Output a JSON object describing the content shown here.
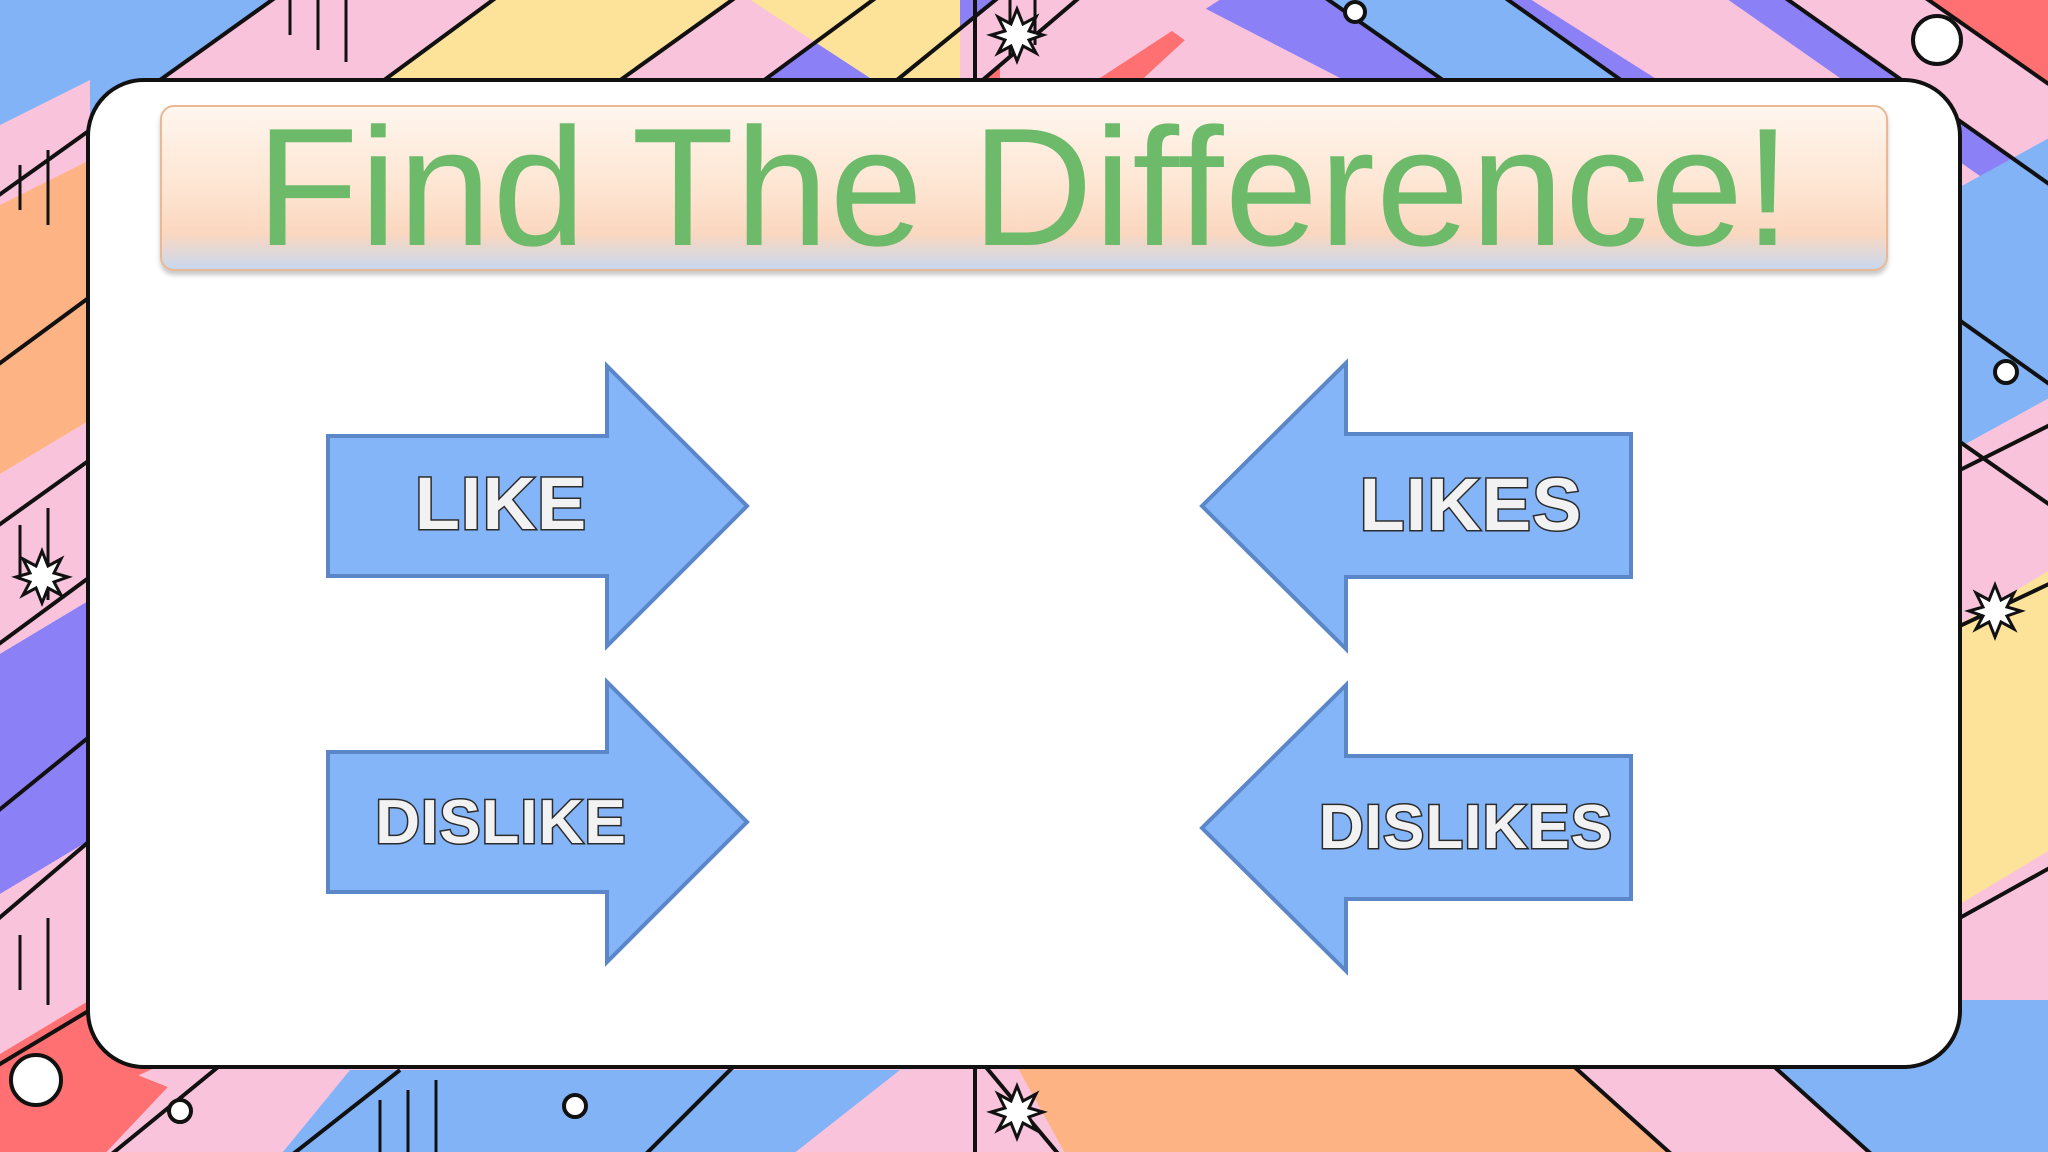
{
  "slide": {
    "title": "Find The Difference!",
    "arrows": [
      {
        "label": "LIKE",
        "direction": "right"
      },
      {
        "label": "DISLIKE",
        "direction": "right"
      },
      {
        "label": "LIKES",
        "direction": "left"
      },
      {
        "label": "DISLIKES",
        "direction": "left"
      }
    ]
  },
  "colors": {
    "title_text": "#6dba6a",
    "arrow_fill": "#84b5f8",
    "arrow_stroke": "#5b86c8",
    "background_stripes": [
      "#82b3f7",
      "#f9c3dc",
      "#fde39a",
      "#8c80f7",
      "#fe7071",
      "#feb384"
    ]
  }
}
